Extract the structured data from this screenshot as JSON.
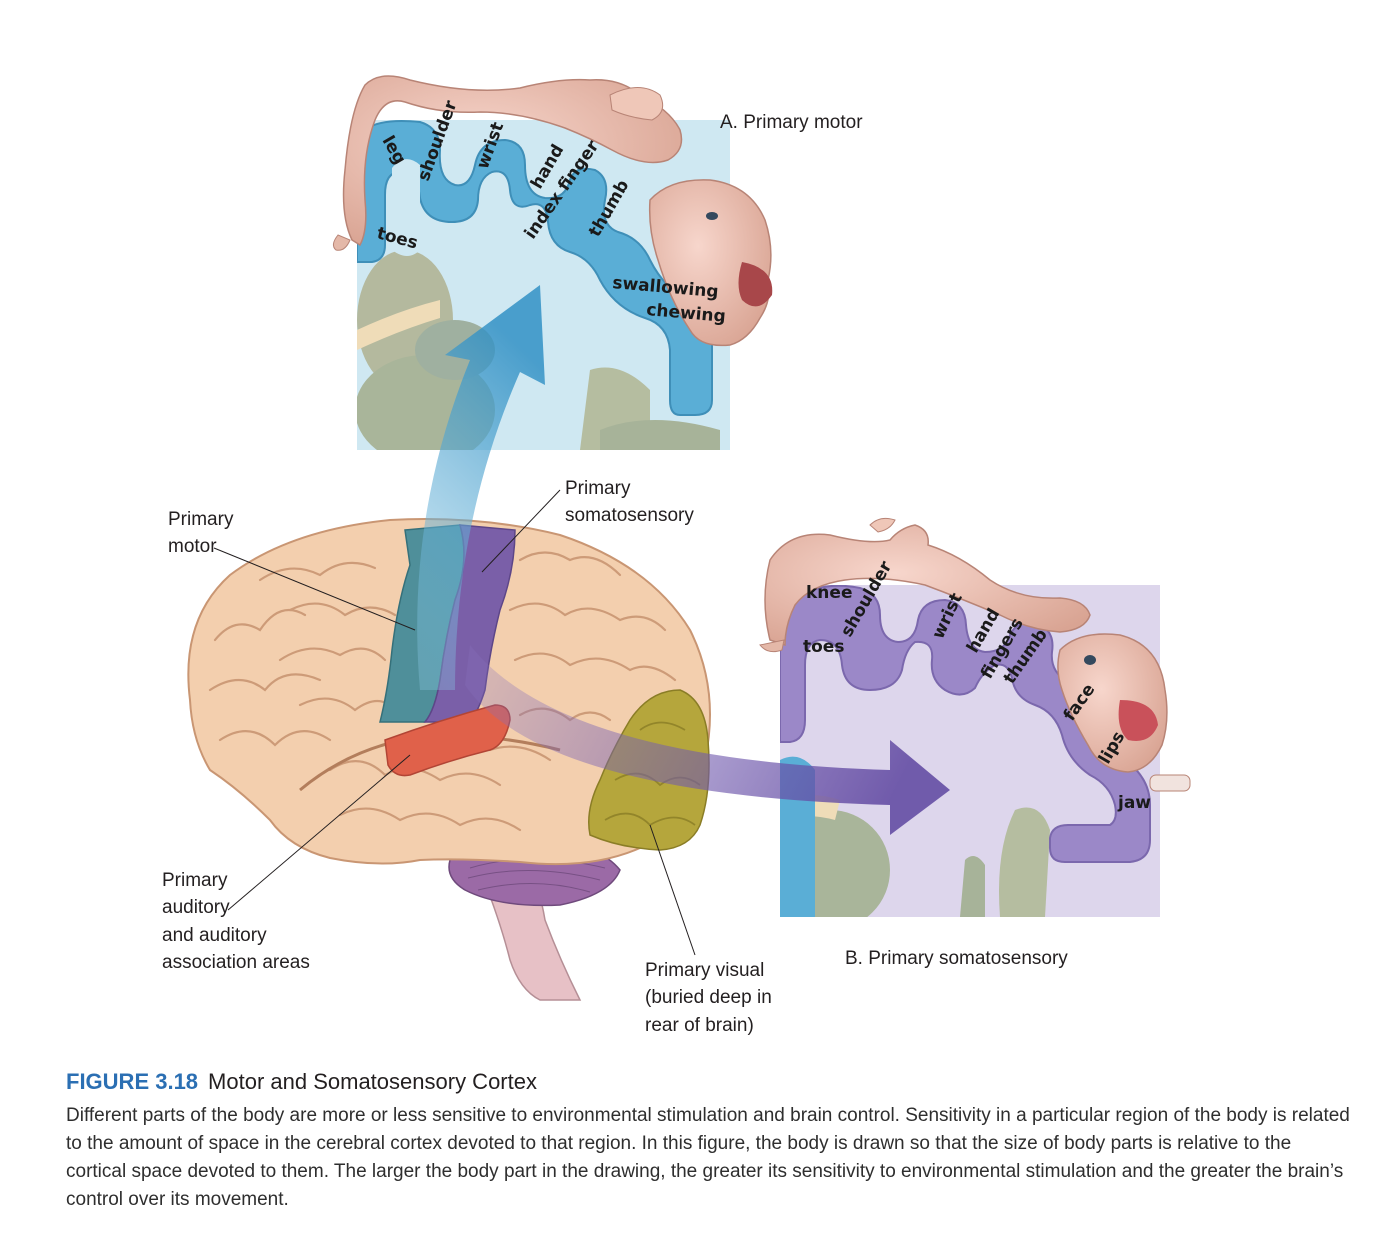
{
  "figure": {
    "panel_a_title": "A. Primary motor",
    "panel_b_title": "B. Primary somatosensory",
    "callouts": {
      "primary_motor": [
        "Primary",
        "motor"
      ],
      "primary_somatosensory": [
        "Primary",
        "somatosensory"
      ],
      "primary_auditory": [
        "Primary",
        "auditory",
        "and auditory",
        "association areas"
      ],
      "primary_visual": [
        "Primary visual",
        "(buried deep in",
        "rear of brain)"
      ]
    },
    "motor_labels": [
      "leg",
      "shoulder",
      "wrist",
      "hand",
      "index finger",
      "thumb",
      "toes",
      "swallowing",
      "chewing"
    ],
    "somatosensory_labels": [
      "knee",
      "shoulder",
      "wrist",
      "hand",
      "fingers",
      "thumb",
      "toes",
      "face",
      "lips",
      "jaw"
    ],
    "colors": {
      "motor_cortex": "#5aaed6",
      "motor_panel_bg": "#cfe8f2",
      "somatosensory_cortex": "#9b88c8",
      "somatosensory_panel_bg": "#ddd6ec",
      "brain_tissue": "#f3cfae",
      "motor_strip": "#4f8f9a",
      "somatosensory_strip": "#7a5fa8",
      "auditory_area": "#e0614a",
      "visual_area": "#b5a63c",
      "cerebellum": "#9b6aa6",
      "accent_title": "#2b6fb3"
    }
  },
  "caption": {
    "figure_number": "FIGURE 3.18",
    "title": "Motor and Somatosensory Cortex",
    "text": "Different parts of the body are more or less sensitive to environmental stimulation and brain control. Sensitivity in a particular region of the body is related to the amount of space in the cerebral cortex devoted to that region. In this figure, the body is drawn so that the size of body parts is relative to the cortical space devoted to them. The larger the body part in the drawing, the greater its sensitivity to environmental stimulation and the greater the brain’s control over its movement."
  }
}
